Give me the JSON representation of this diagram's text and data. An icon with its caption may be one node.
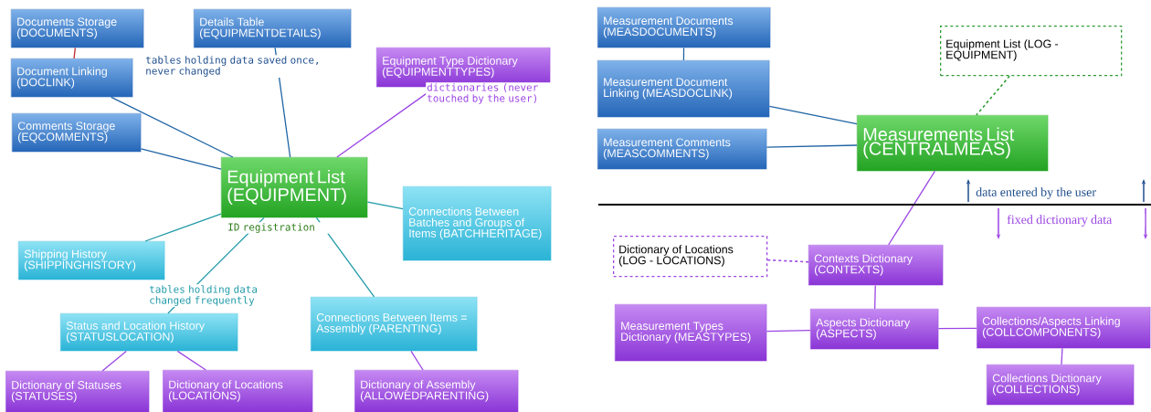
{
  "diagram": {
    "nodes": [
      {
        "text": [
          "Documents Storage (DOCUMENTS)"
        ]
      },
      {
        "text": [
          "Document Linking (DOCLINK)"
        ]
      },
      {
        "text": [
          "Comments Storage (EQCOMMENTS)"
        ]
      },
      {
        "text": [
          "Details Table (EQUIPMENTDETAILS)"
        ]
      },
      {
        "text": [
          "Equipment Type Dictionary (EQUIPMENTTYPES)"
        ]
      },
      {
        "text": [
          "Equipment List (EQUIPMENT)"
        ]
      },
      {
        "text": [
          "Connections Between Batches and Groups of Items (BATCHHERITAGE)"
        ]
      },
      {
        "text": [
          "Shipping History (SHIPPINGHISTORY)"
        ]
      },
      {
        "text": [
          "Status and Location History (STATUSLOCATION)"
        ]
      },
      {
        "text": [
          "Connections Between Items = Assembly (PARENTING)"
        ]
      },
      {
        "text": [
          "Dictionary of Statuses (STATUSES)"
        ]
      },
      {
        "text": [
          "Dictionary of Locations (LOCATIONS)"
        ]
      },
      {
        "text": [
          "Dictionary of Assembly (ALLOWEDPARENTING)"
        ]
      },
      {
        "text": [
          "Measurement Documents (MEASDOCUMENTS)"
        ]
      },
      {
        "text": [
          "Measurement Document Linking (MEASDOCLINK)"
        ]
      },
      {
        "text": [
          "Measurement Comments (MEASCOMMENTS)"
        ]
      },
      {
        "text": [
          "Equipment List (LOG - EQUIPMENT)"
        ]
      },
      {
        "text": [
          "Measurements List (CENTRALMEAS)"
        ]
      },
      {
        "text": [
          "Dictionary of Locations (LOG - LOCATIONS)"
        ]
      },
      {
        "text": [
          "Contexts Dictionary (CONTEXTS)"
        ]
      },
      {
        "text": [
          "Measurement Types Dictionary (MEASTYPES)"
        ]
      },
      {
        "text": [
          "Aspects Dictionary (ASPECTS)"
        ]
      },
      {
        "text": [
          "Collections/Aspects Linking (COLLCOMPONENTS)"
        ]
      },
      {
        "text": [
          "Collections Dictionary (COLLECTIONS)"
        ]
      }
    ],
    "edges": [
      {
        "from": 0,
        "to": 1,
        "arrow": "none",
        "color": "#c0282d"
      },
      {
        "from": 1,
        "to": 5,
        "arrow": "none",
        "color": "#1f64a4"
      },
      {
        "from": 2,
        "to": 5,
        "arrow": "none",
        "color": "#1f64a4"
      },
      {
        "from": 3,
        "to": 5,
        "arrow": "none",
        "color": "#1f64a4"
      },
      {
        "from": 4,
        "to": 5,
        "arrow": "none"
      },
      {
        "from": 5,
        "to": 6,
        "arrow": "none",
        "color": "#1f9aa8"
      },
      {
        "from": 5,
        "to": 7,
        "arrow": "none",
        "color": "#1f9aa8"
      },
      {
        "from": 5,
        "to": 8,
        "arrow": "none",
        "color": "#1f9aa8"
      },
      {
        "from": 5,
        "to": 9,
        "arrow": "none",
        "color": "#1f9aa8"
      },
      {
        "from": 8,
        "to": 10,
        "arrow": "none"
      },
      {
        "from": 8,
        "to": 11,
        "arrow": "none"
      },
      {
        "from": 9,
        "to": 12,
        "arrow": "none"
      },
      {
        "from": 13,
        "to": 14,
        "arrow": "none",
        "color": "#1f64a4"
      },
      {
        "from": 14,
        "to": 17,
        "arrow": "none",
        "color": "#1f64a4"
      },
      {
        "from": 15,
        "to": 17,
        "arrow": "none",
        "color": "#1f64a4"
      },
      {
        "from": 16,
        "to": 17,
        "arrow": "none",
        "style": "dashed",
        "color": "#2e9a33"
      },
      {
        "from": 17,
        "to": 19,
        "arrow": "none"
      },
      {
        "from": 18,
        "to": 19,
        "arrow": "none",
        "style": "dashed"
      },
      {
        "from": 19,
        "to": 21,
        "arrow": "none"
      },
      {
        "from": 20,
        "to": 21,
        "arrow": "none"
      },
      {
        "from": 21,
        "to": 22,
        "arrow": "none"
      },
      {
        "from": 22,
        "to": 23,
        "arrow": "none"
      }
    ],
    "labels": [
      "tables holding data saved once, never changed",
      "dictionaries (never touched by the user)",
      "ID registration",
      "tables holding data changed frequently",
      "data entered by the user",
      "fixed dictionary data"
    ]
  }
}
